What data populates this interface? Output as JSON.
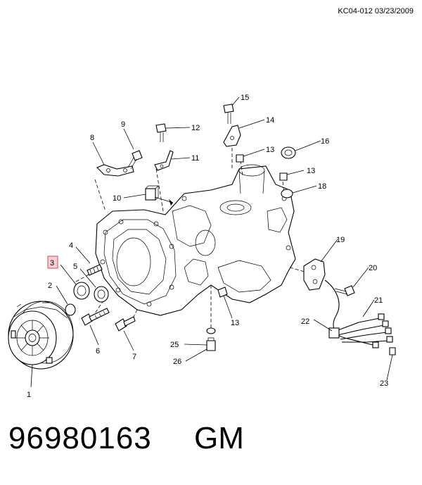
{
  "header": {
    "reference": "KC04-012 03/23/2009"
  },
  "footer": {
    "part_number": "96980163",
    "brand": "GM"
  },
  "callouts": {
    "c1": "1",
    "c2": "2",
    "c3": "3",
    "c4": "4",
    "c5": "5",
    "c6": "6",
    "c7": "7",
    "c8": "8",
    "c9": "9",
    "c10": "10",
    "c11": "11",
    "c12": "12",
    "c13a": "13",
    "c13b": "13",
    "c13c": "13",
    "c14": "14",
    "c15": "15",
    "c16": "16",
    "c18": "18",
    "c19": "19",
    "c20": "20",
    "c21": "21",
    "c22": "22",
    "c23": "23",
    "c25": "25",
    "c26": "26"
  },
  "highlight": {
    "callout": "3",
    "color": "#e06070"
  }
}
